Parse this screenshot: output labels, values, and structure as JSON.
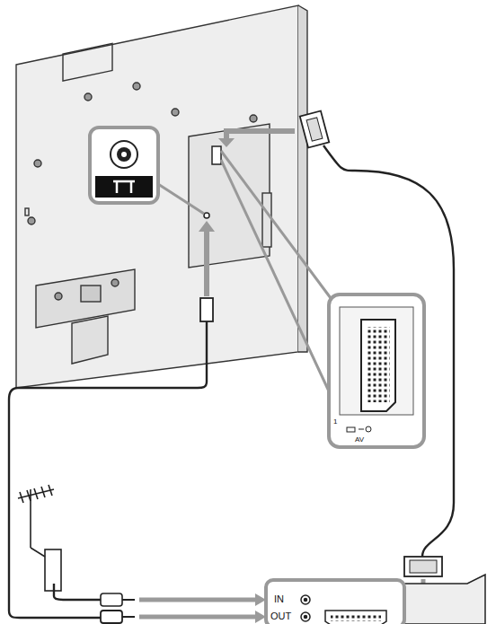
{
  "diagram": {
    "labels": [
      "1",
      "AV",
      "IN",
      "OUT"
    ]
  }
}
